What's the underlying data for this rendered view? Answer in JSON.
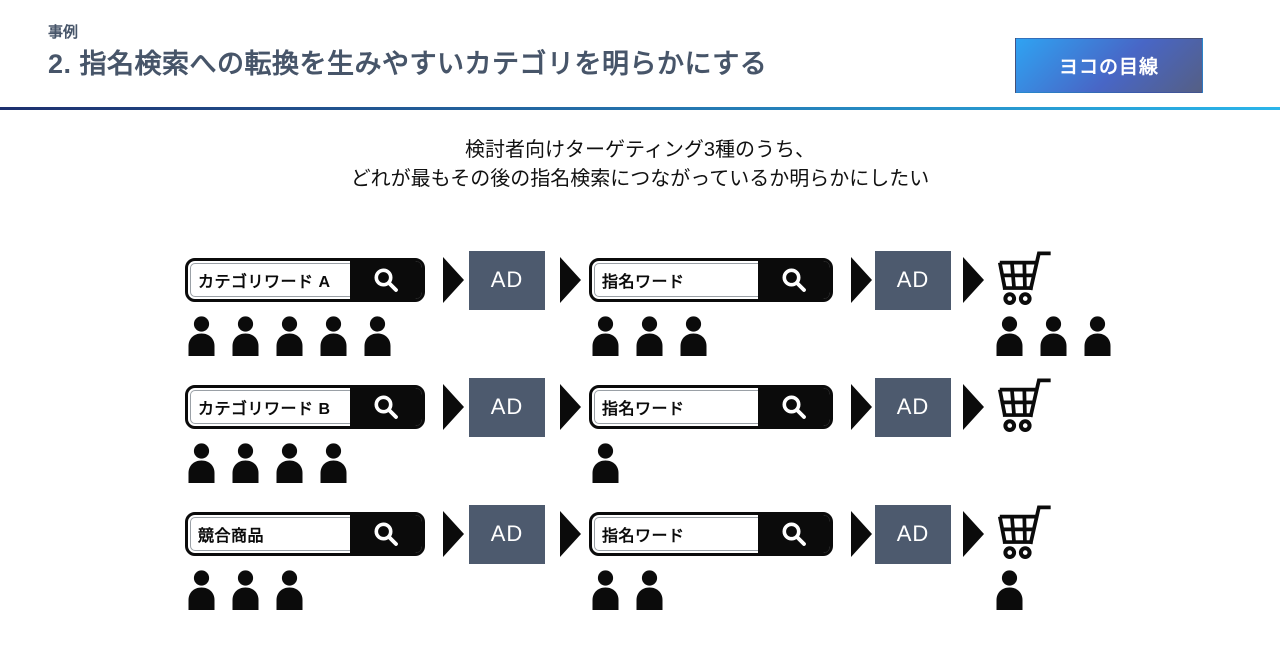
{
  "header": {
    "eyebrow": "事例",
    "title": "2. 指名検索への転換を生みやすいカテゴリを明らかにする",
    "badge_label": "ヨコの目線"
  },
  "lead": {
    "line1": "検討者向けターゲティング3種のうち、",
    "line2": "どれが最もその後の指名検索につながっているか明らかにしたい"
  },
  "diagram": {
    "ad_label": "AD",
    "rows": [
      {
        "first_query": "カテゴリワード A",
        "first_searchers": 5,
        "second_query": "指名ワード",
        "second_searchers": 3,
        "purchasers": 3
      },
      {
        "first_query": "カテゴリワード B",
        "first_searchers": 4,
        "second_query": "指名ワード",
        "second_searchers": 1,
        "purchasers": 0
      },
      {
        "first_query": "競合商品",
        "first_searchers": 3,
        "second_query": "指名ワード",
        "second_searchers": 2,
        "purchasers": 1
      }
    ]
  },
  "colors": {
    "heading": "#475569",
    "ad_box": "#4d5a6e",
    "badge_gradient_start": "#2fa3f2",
    "badge_gradient_mid": "#4866c6",
    "badge_gradient_end": "#555f84",
    "divider_start": "#1d2f6e",
    "divider_end": "#2ab5ea",
    "icon_black": "#0b0b0b"
  }
}
